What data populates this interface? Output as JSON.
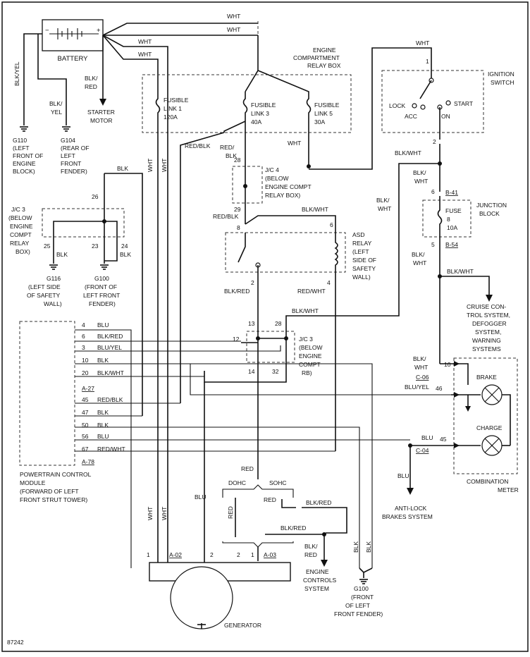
{
  "figure_id": "87242",
  "battery": {
    "label": "BATTERY"
  },
  "starter": {
    "wire": [
      "BLK/",
      "RED"
    ],
    "label": [
      "STARTER",
      "MOTOR"
    ]
  },
  "wire_labels": {
    "wht_top1": "WHT",
    "wht_top2": "WHT",
    "wht_mid1": "WHT",
    "wht_mid2": "WHT",
    "blk_yel_left": "BLK/YEL",
    "blk_yel_g104": [
      "BLK/",
      "YEL"
    ],
    "blk_jc3": "BLK",
    "wht_v1": "WHT",
    "wht_v2": "WHT",
    "red_blk_1": "RED/BLK",
    "red_blk_2": [
      "RED/",
      "BLK"
    ],
    "red_blk_3": "RED/BLK",
    "wht_fl5": "WHT",
    "blk_wht_asd": "BLK/WHT",
    "blk_wht_ign": "BLK/WHT",
    "blk_wht_jb_top": [
      "BLK/",
      "WHT"
    ],
    "blk_wht_left": [
      "BLK/",
      "WHT"
    ],
    "blk_wht_jb_bot": [
      "BLK/",
      "WHT"
    ],
    "blk_wht_cruise": "BLK/WHT",
    "blk_red_asd": "BLK/RED",
    "red_wht_asd": "RED/WHT",
    "blk_wht_jc3": "BLK/WHT",
    "blk_wht_brake": [
      "BLK/",
      "WHT"
    ],
    "blu_yel_brake": "BLU/YEL",
    "blu_charge": "BLU",
    "blu_abs": "BLU",
    "red_gen": "RED",
    "blu_gen": "BLU",
    "wht_gen1": "WHT",
    "wht_gen2": "WHT",
    "red_dohc": "RED",
    "red_sohc": "RED",
    "blk_red_sohc": "BLK/RED",
    "blk_red_gen": "BLK/RED",
    "blk_red_ecs": [
      "BLK/",
      "RED"
    ],
    "blk_g100_1": "BLK",
    "blk_g100_2": "BLK",
    "blk_g116": "BLK",
    "blk_g100l": "BLK"
  },
  "grounds": {
    "g110": [
      "G110",
      "(LEFT",
      "FRONT OF",
      "ENGINE",
      "BLOCK)"
    ],
    "g104": [
      "G104",
      "(REAR OF",
      "LEFT",
      "FRONT",
      "FENDER)"
    ],
    "g116": [
      "G116",
      "(LEFT SIDE",
      "OF SAFETY",
      "WALL)"
    ],
    "g100_left": [
      "G100",
      "(FRONT OF",
      "LEFT FRONT",
      "FENDER)"
    ],
    "g100_right": [
      "G100",
      "(FRONT",
      "OF LEFT",
      "FRONT FENDER)"
    ]
  },
  "relay_box": {
    "label": [
      "ENGINE",
      "COMPARTMENT",
      "RELAY BOX"
    ]
  },
  "fusible_links": [
    {
      "name": [
        "FUSIBLE",
        "LINK 1",
        "120A"
      ]
    },
    {
      "name": [
        "FUSIBLE",
        "LINK 3",
        "40A"
      ]
    },
    {
      "name": [
        "FUSIBLE",
        "LINK 5",
        "30A"
      ]
    }
  ],
  "ignition": {
    "label": [
      "IGNITION",
      "SWITCH"
    ],
    "pin_top": "1",
    "pin_bot": "2",
    "positions": [
      "LOCK",
      "ACC",
      "START",
      "ON"
    ]
  },
  "jc4": {
    "label": [
      "J/C 4",
      "(BELOW",
      "ENGINE COMPT",
      "RELAY BOX)"
    ],
    "pins": [
      "28",
      "29"
    ]
  },
  "jc3_left": {
    "label": [
      "J/C 3",
      "(BELOW",
      "ENGINE",
      "COMPT",
      "RELAY",
      "BOX)"
    ],
    "pins": [
      "26",
      "25",
      "23",
      "24"
    ]
  },
  "asd_relay": {
    "label": [
      "ASD",
      "RELAY",
      "(LEFT",
      "SIDE OF",
      "SAFETY",
      "WALL)"
    ],
    "pins": [
      "8",
      "6",
      "2",
      "4"
    ]
  },
  "jc3_mid": {
    "label": [
      "J/C 3",
      "(BELOW",
      "ENGINE",
      "COMPT",
      "RB)"
    ],
    "pins": [
      "13",
      "28",
      "12",
      "14",
      "32"
    ]
  },
  "junction_block": {
    "label": [
      "JUNCTION",
      "BLOCK"
    ],
    "fuse": [
      "FUSE",
      "8",
      "10A"
    ],
    "conn_top": "B-41",
    "conn_bot": "B-54",
    "pin_top": "6",
    "pin_bot": "5"
  },
  "cruise": {
    "label": [
      "CRUISE CON-",
      "TROL SYSTEM,",
      "DEFOGGER",
      "SYSTEM,",
      "WARNING",
      "SYSTEMS"
    ]
  },
  "pcm": {
    "label": [
      "POWERTRAIN CONTROL",
      "MODULE",
      "(FORWARD OF LEFT",
      "FRONT STRUT TOWER)"
    ],
    "conn_a27": "A-27",
    "conn_a78": "A-78",
    "pins": [
      {
        "pin": "4",
        "color": "BLU"
      },
      {
        "pin": "6",
        "color": "BLK/RED"
      },
      {
        "pin": "3",
        "color": "BLU/YEL"
      },
      {
        "pin": "10",
        "color": "BLK"
      },
      {
        "pin": "20",
        "color": "BLK/WHT"
      },
      {
        "pin": "45",
        "color": "RED/BLK"
      },
      {
        "pin": "47",
        "color": "BLK"
      },
      {
        "pin": "50",
        "color": "BLK"
      },
      {
        "pin": "56",
        "color": "BLU"
      },
      {
        "pin": "67",
        "color": "RED/WHT"
      }
    ]
  },
  "meter": {
    "label": [
      "COMBINATION",
      "METER"
    ],
    "brake": "BRAKE",
    "charge": "CHARGE",
    "pins": [
      "10",
      "46",
      "45"
    ],
    "conn_c06": "C-06",
    "conn_c04": "C-04"
  },
  "abs": {
    "label": [
      "ANTI-LOCK",
      "BRAKES SYSTEM"
    ]
  },
  "engine_variants": {
    "dohc": "DOHC",
    "sohc": "SOHC"
  },
  "ecs": {
    "label": [
      "ENGINE",
      "CONTROLS",
      "SYSTEM"
    ]
  },
  "generator": {
    "label": "GENERATOR",
    "conn_a02": "A-02",
    "conn_a03": "A-03",
    "pins": [
      "1",
      "2",
      "1",
      "2"
    ]
  }
}
